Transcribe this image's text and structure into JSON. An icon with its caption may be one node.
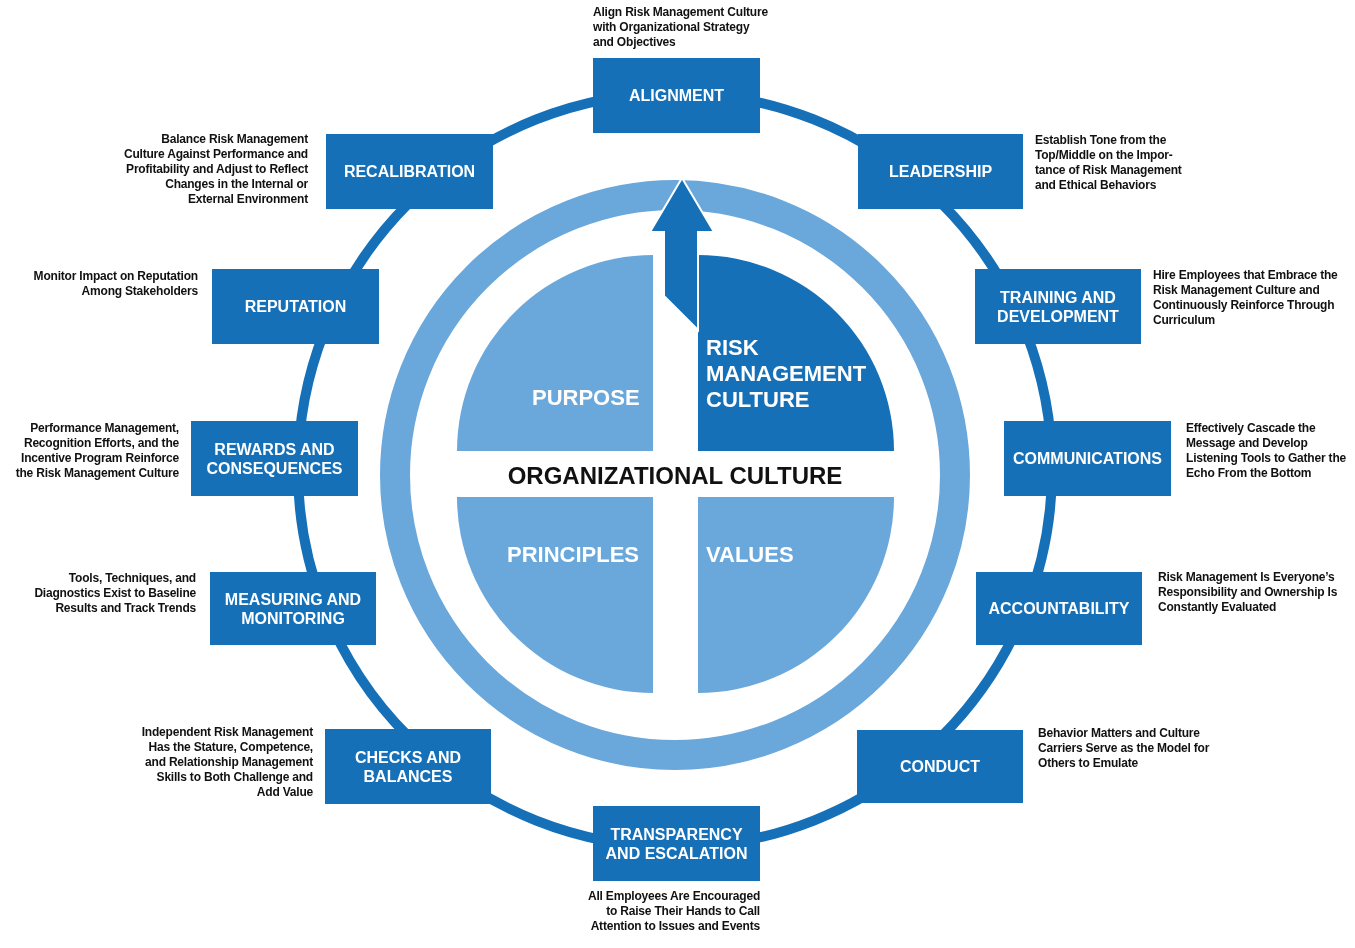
{
  "diagram": {
    "nodes": [
      {
        "text": [
          "ALIGNMENT"
        ],
        "beside": [
          "Align Risk Management Culture with Organizational Strategy and Objectives"
        ]
      },
      {
        "text": [
          "LEADERSHIP"
        ],
        "beside": [
          "Establish Tone from the Top/Middle on the Impor-tance of Risk Management and Ethical Behaviors"
        ]
      },
      {
        "text": [
          "TRAINING AND DEVELOPMENT"
        ],
        "beside": [
          "Hire Employees that Embrace the Risk Management Culture and Continuously Reinforce Through Curriculum"
        ]
      },
      {
        "text": [
          "COMMUNICATIONS"
        ],
        "beside": [
          "Effectively Cascade the Message and Develop Listening Tools to Gather the Echo From the Bottom"
        ]
      },
      {
        "text": [
          "ACCOUNTABILITY"
        ],
        "beside": [
          "Risk Management Is Everyone’s Responsibility and Ownership Is Constantly Evaluated"
        ]
      },
      {
        "text": [
          "CONDUCT"
        ],
        "beside": [
          "Behavior Matters and Culture Carriers Serve as the Model for Others to Emulate"
        ]
      },
      {
        "text": [
          "TRANSPARENCY AND ESCALATION"
        ],
        "beside": [
          "All Employees Are Encouraged to Raise Their Hands to Call Attention to Issues and Events"
        ]
      },
      {
        "text": [
          "CHECKS AND BALANCES"
        ],
        "beside": [
          "Independent Risk Management Has the Stature, Competence, and Relationship Management Skills to Both Challenge and Add Value"
        ]
      },
      {
        "text": [
          "MEASURING AND MONITORING"
        ],
        "beside": [
          "Tools, Techniques, and Diagnostics Exist to Baseline Results and Track Trends"
        ]
      },
      {
        "text": [
          "REWARDS AND CONSEQUENCES"
        ],
        "beside": [
          "Performance Management, Recognition Efforts, and the Incentive Program Reinforce the Risk Management Culture"
        ]
      },
      {
        "text": [
          "REPUTATION"
        ],
        "beside": [
          "Monitor Impact on Reputation Among Stakeholders"
        ]
      },
      {
        "text": [
          "RECALIBRATION"
        ],
        "beside": [
          "Balance Risk Management Culture Against Performance and Profitability and Adjust to Reflect Changes in the Internal or External Environment"
        ]
      },
      {
        "text": [
          "ORGANIZATIONAL CULTURE"
        ]
      },
      {
        "text": [
          "PURPOSE"
        ],
        "in": 12
      },
      {
        "text": [
          "RISK MANAGEMENT CULTURE"
        ],
        "in": 12
      },
      {
        "text": [
          "PRINCIPLES"
        ],
        "in": 12
      },
      {
        "text": [
          "VALUES"
        ],
        "in": 12
      }
    ],
    "edges": [
      {
        "from": 14,
        "to": 12,
        "arrow": "to"
      }
    ]
  }
}
